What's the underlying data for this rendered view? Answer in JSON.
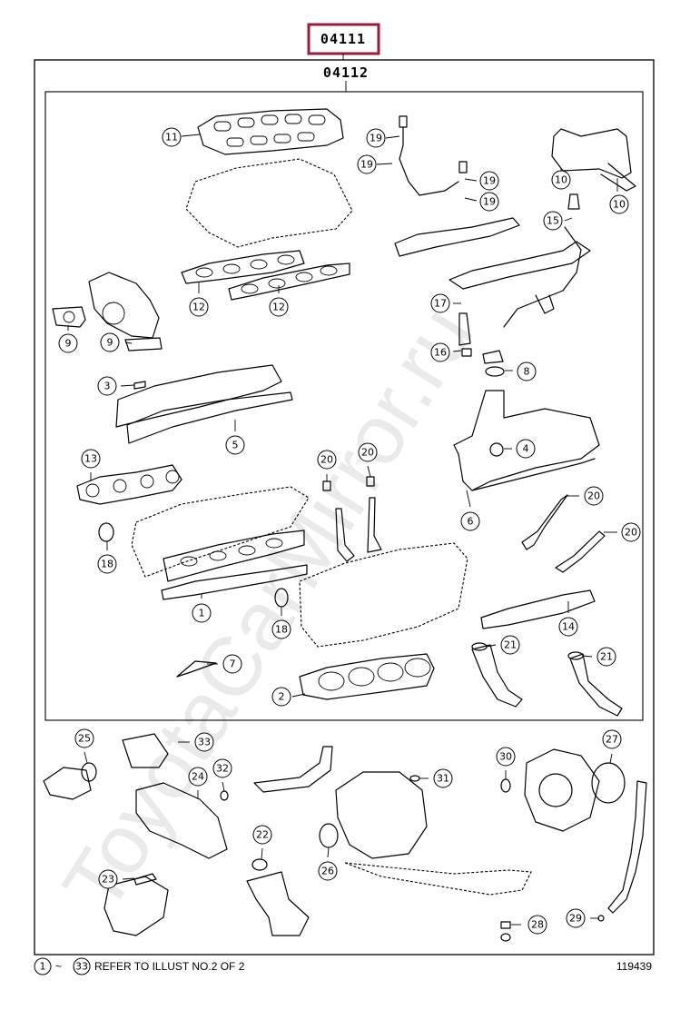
{
  "header": {
    "outer_code": "04111",
    "inner_code": "04112",
    "accent_color": "#9b1b3b"
  },
  "watermark": "ToyotaCarMirror.ru",
  "footer": {
    "range_start": "1",
    "range_separator": "~",
    "range_end": "33",
    "note": "REFER TO ILLUST NO.2 OF 2",
    "illustration_number": "119439"
  },
  "callouts": [
    "11",
    "19",
    "19",
    "19",
    "19",
    "10",
    "10",
    "15",
    "12",
    "12",
    "9",
    "9",
    "17",
    "16",
    "8",
    "3",
    "5",
    "4",
    "13",
    "20",
    "20",
    "20",
    "20",
    "6",
    "18",
    "1",
    "18",
    "14",
    "21",
    "21",
    "7",
    "2",
    "25",
    "33",
    "27",
    "30",
    "32",
    "24",
    "31",
    "22",
    "26",
    "23",
    "28",
    "29"
  ]
}
